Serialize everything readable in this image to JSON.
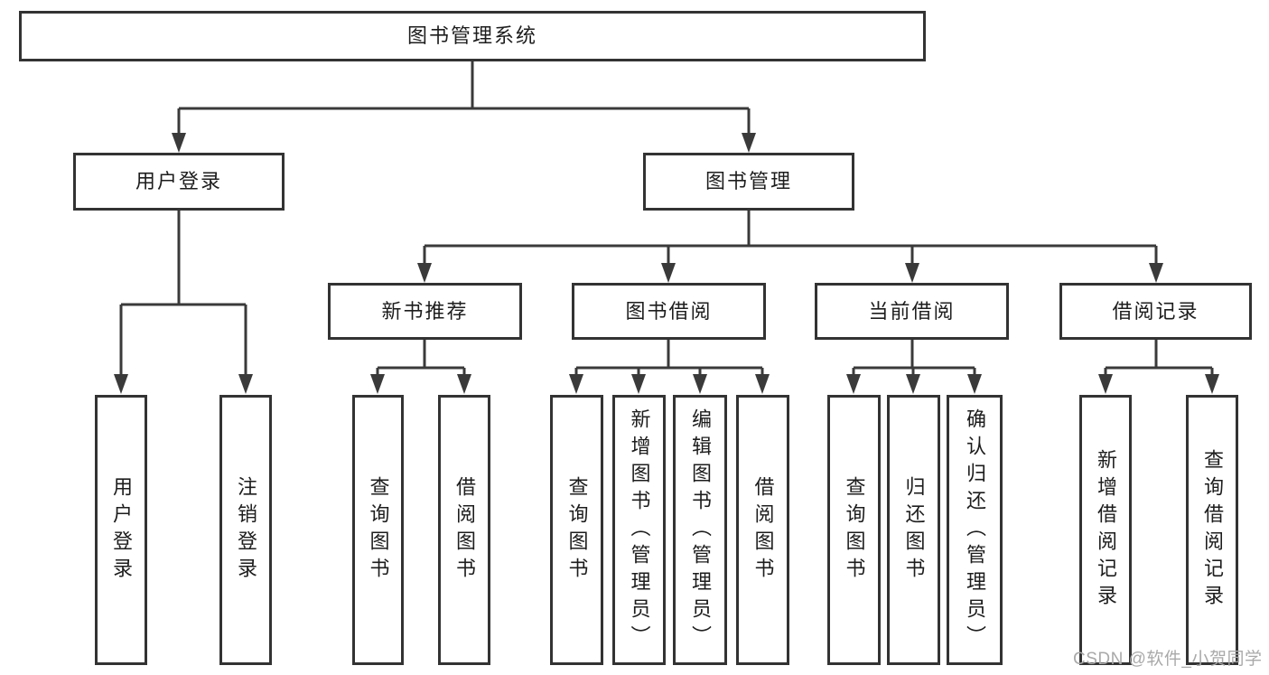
{
  "diagram": {
    "root": {
      "label": "图书管理系统"
    },
    "branches": [
      {
        "label": "用户登录",
        "children": [
          {
            "label": "用户登录"
          },
          {
            "label": "注销登录"
          }
        ]
      },
      {
        "label": "图书管理",
        "children": [
          {
            "label": "新书推荐",
            "children": [
              {
                "label": "查询图书"
              },
              {
                "label": "借阅图书"
              }
            ]
          },
          {
            "label": "图书借阅",
            "children": [
              {
                "label": "查询图书"
              },
              {
                "label": "新增图书（管理员）"
              },
              {
                "label": "编辑图书（管理员）"
              },
              {
                "label": "借阅图书"
              }
            ]
          },
          {
            "label": "当前借阅",
            "children": [
              {
                "label": "查询图书"
              },
              {
                "label": "归还图书"
              },
              {
                "label": "确认归还（管理员）"
              }
            ]
          },
          {
            "label": "借阅记录",
            "children": [
              {
                "label": "新增借阅记录"
              },
              {
                "label": "查询借阅记录"
              }
            ]
          }
        ]
      }
    ]
  },
  "watermark": {
    "text": "CSDN @软件_小贺同学",
    "color": "#a9a9a9"
  },
  "colors": {
    "background": "#ffffff",
    "box_fill": "#ffffff",
    "box_border": "#333333",
    "line": "#3a3a3a",
    "text": "#1d1d1d"
  }
}
